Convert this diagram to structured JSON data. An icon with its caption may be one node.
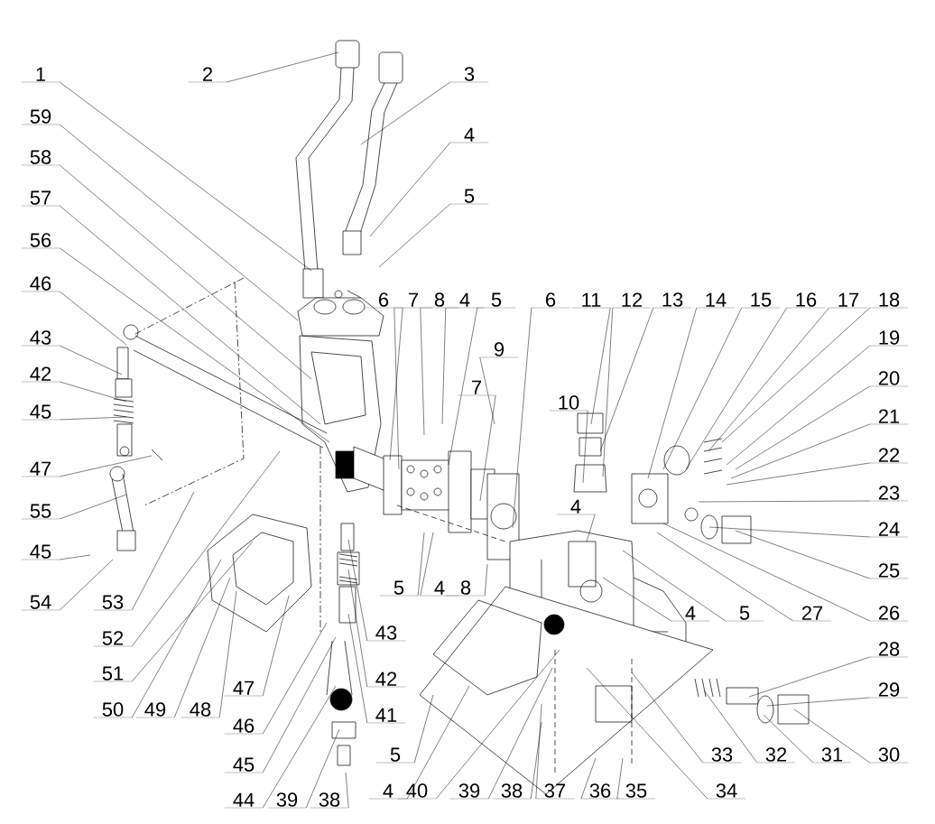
{
  "diagram": {
    "nodes": [
      {
        "text": [
          "1"
        ]
      },
      {
        "text": [
          "2"
        ]
      },
      {
        "text": [
          "3"
        ]
      },
      {
        "text": [
          "4"
        ]
      },
      {
        "text": [
          "5"
        ]
      },
      {
        "text": [
          "59"
        ]
      },
      {
        "text": [
          "58"
        ]
      },
      {
        "text": [
          "57"
        ]
      },
      {
        "text": [
          "56"
        ]
      },
      {
        "text": [
          "46"
        ]
      },
      {
        "text": [
          "43"
        ]
      },
      {
        "text": [
          "42"
        ]
      },
      {
        "text": [
          "45"
        ]
      },
      {
        "text": [
          "47"
        ]
      },
      {
        "text": [
          "55"
        ]
      },
      {
        "text": [
          "45"
        ]
      },
      {
        "text": [
          "54"
        ]
      },
      {
        "text": [
          "53"
        ]
      },
      {
        "text": [
          "52"
        ]
      },
      {
        "text": [
          "51"
        ]
      },
      {
        "text": [
          "50"
        ]
      },
      {
        "text": [
          "49"
        ]
      },
      {
        "text": [
          "48"
        ]
      },
      {
        "text": [
          "47"
        ]
      },
      {
        "text": [
          "46"
        ]
      },
      {
        "text": [
          "45"
        ]
      },
      {
        "text": [
          "44"
        ]
      },
      {
        "text": [
          "39"
        ]
      },
      {
        "text": [
          "38"
        ]
      },
      {
        "text": [
          "43"
        ]
      },
      {
        "text": [
          "42"
        ]
      },
      {
        "text": [
          "41"
        ]
      },
      {
        "text": [
          "6"
        ]
      },
      {
        "text": [
          "7"
        ]
      },
      {
        "text": [
          "8"
        ]
      },
      {
        "text": [
          "4"
        ]
      },
      {
        "text": [
          "5"
        ]
      },
      {
        "text": [
          "6"
        ]
      },
      {
        "text": [
          "11"
        ]
      },
      {
        "text": [
          "12"
        ]
      },
      {
        "text": [
          "13"
        ]
      },
      {
        "text": [
          "14"
        ]
      },
      {
        "text": [
          "15"
        ]
      },
      {
        "text": [
          "16"
        ]
      },
      {
        "text": [
          "17"
        ]
      },
      {
        "text": [
          "18"
        ]
      },
      {
        "text": [
          "19"
        ]
      },
      {
        "text": [
          "20"
        ]
      },
      {
        "text": [
          "21"
        ]
      },
      {
        "text": [
          "22"
        ]
      },
      {
        "text": [
          "23"
        ]
      },
      {
        "text": [
          "24"
        ]
      },
      {
        "text": [
          "25"
        ]
      },
      {
        "text": [
          "26"
        ]
      },
      {
        "text": [
          "27"
        ]
      },
      {
        "text": [
          "5"
        ]
      },
      {
        "text": [
          "4"
        ]
      },
      {
        "text": [
          "9"
        ]
      },
      {
        "text": [
          "7"
        ]
      },
      {
        "text": [
          "10"
        ]
      },
      {
        "text": [
          "4"
        ]
      },
      {
        "text": [
          "5"
        ]
      },
      {
        "text": [
          "4"
        ]
      },
      {
        "text": [
          "8"
        ]
      },
      {
        "text": [
          "28"
        ]
      },
      {
        "text": [
          "29"
        ]
      },
      {
        "text": [
          "30"
        ]
      },
      {
        "text": [
          "31"
        ]
      },
      {
        "text": [
          "32"
        ]
      },
      {
        "text": [
          "33"
        ]
      },
      {
        "text": [
          "34"
        ]
      },
      {
        "text": [
          "35"
        ]
      },
      {
        "text": [
          "36"
        ]
      },
      {
        "text": [
          "37"
        ]
      },
      {
        "text": [
          "38"
        ]
      },
      {
        "text": [
          "39"
        ]
      },
      {
        "text": [
          "40"
        ]
      },
      {
        "text": [
          "4"
        ]
      },
      {
        "text": [
          "5"
        ]
      }
    ],
    "edges": [
      {
        "from": 0,
        "to": null,
        "arrow": "none"
      },
      {
        "from": 1,
        "to": null,
        "arrow": "none"
      },
      {
        "from": 2,
        "to": null,
        "arrow": "none"
      },
      {
        "from": 3,
        "to": null,
        "arrow": "none"
      },
      {
        "from": 4,
        "to": null,
        "arrow": "none"
      },
      {
        "from": 5,
        "to": null,
        "arrow": "none"
      },
      {
        "from": 6,
        "to": null,
        "arrow": "none"
      },
      {
        "from": 7,
        "to": null,
        "arrow": "none"
      },
      {
        "from": 8,
        "to": null,
        "arrow": "none"
      },
      {
        "from": 9,
        "to": null,
        "arrow": "none"
      },
      {
        "from": 10,
        "to": null,
        "arrow": "none"
      },
      {
        "from": 11,
        "to": null,
        "arrow": "none"
      },
      {
        "from": 12,
        "to": null,
        "arrow": "none"
      },
      {
        "from": 13,
        "to": null,
        "arrow": "none"
      },
      {
        "from": 14,
        "to": null,
        "arrow": "none"
      },
      {
        "from": 15,
        "to": null,
        "arrow": "none"
      },
      {
        "from": 16,
        "to": null,
        "arrow": "none"
      },
      {
        "from": 17,
        "to": null,
        "arrow": "none"
      },
      {
        "from": 18,
        "to": null,
        "arrow": "none"
      },
      {
        "from": 19,
        "to": null,
        "arrow": "none"
      },
      {
        "from": 20,
        "to": null,
        "arrow": "none"
      },
      {
        "from": 21,
        "to": null,
        "arrow": "none"
      },
      {
        "from": 22,
        "to": null,
        "arrow": "none"
      },
      {
        "from": 23,
        "to": null,
        "arrow": "none"
      },
      {
        "from": 24,
        "to": null,
        "arrow": "none"
      },
      {
        "from": 25,
        "to": null,
        "arrow": "none"
      },
      {
        "from": 26,
        "to": null,
        "arrow": "none"
      },
      {
        "from": 27,
        "to": null,
        "arrow": "none"
      },
      {
        "from": 28,
        "to": null,
        "arrow": "none"
      },
      {
        "from": 29,
        "to": null,
        "arrow": "none"
      },
      {
        "from": 30,
        "to": null,
        "arrow": "none"
      },
      {
        "from": 31,
        "to": null,
        "arrow": "none"
      },
      {
        "from": 32,
        "to": null,
        "arrow": "none"
      },
      {
        "from": 33,
        "to": null,
        "arrow": "none"
      },
      {
        "from": 34,
        "to": null,
        "arrow": "none"
      },
      {
        "from": 35,
        "to": null,
        "arrow": "none"
      },
      {
        "from": 36,
        "to": null,
        "arrow": "none"
      },
      {
        "from": 37,
        "to": null,
        "arrow": "none"
      },
      {
        "from": 38,
        "to": null,
        "arrow": "none"
      },
      {
        "from": 39,
        "to": null,
        "arrow": "none"
      },
      {
        "from": 40,
        "to": null,
        "arrow": "none"
      },
      {
        "from": 41,
        "to": null,
        "arrow": "none"
      },
      {
        "from": 42,
        "to": null,
        "arrow": "none"
      },
      {
        "from": 43,
        "to": null,
        "arrow": "none"
      },
      {
        "from": 44,
        "to": null,
        "arrow": "none"
      },
      {
        "from": 45,
        "to": null,
        "arrow": "none"
      },
      {
        "from": 46,
        "to": null,
        "arrow": "none"
      },
      {
        "from": 47,
        "to": null,
        "arrow": "none"
      },
      {
        "from": 48,
        "to": null,
        "arrow": "none"
      },
      {
        "from": 49,
        "to": null,
        "arrow": "none"
      },
      {
        "from": 50,
        "to": null,
        "arrow": "none"
      },
      {
        "from": 51,
        "to": null,
        "arrow": "none"
      },
      {
        "from": 52,
        "to": null,
        "arrow": "none"
      },
      {
        "from": 53,
        "to": null,
        "arrow": "none"
      },
      {
        "from": 54,
        "to": null,
        "arrow": "none"
      },
      {
        "from": 55,
        "to": null,
        "arrow": "none"
      },
      {
        "from": 56,
        "to": null,
        "arrow": "none"
      },
      {
        "from": 57,
        "to": null,
        "arrow": "none"
      },
      {
        "from": 58,
        "to": null,
        "arrow": "none"
      },
      {
        "from": 59,
        "to": null,
        "arrow": "none"
      },
      {
        "from": 60,
        "to": null,
        "arrow": "none"
      },
      {
        "from": 61,
        "to": null,
        "arrow": "none"
      },
      {
        "from": 62,
        "to": null,
        "arrow": "none"
      },
      {
        "from": 63,
        "to": null,
        "arrow": "none"
      },
      {
        "from": 64,
        "to": null,
        "arrow": "none"
      },
      {
        "from": 65,
        "to": null,
        "arrow": "none"
      },
      {
        "from": 66,
        "to": null,
        "arrow": "none"
      },
      {
        "from": 67,
        "to": null,
        "arrow": "none"
      },
      {
        "from": 68,
        "to": null,
        "arrow": "none"
      },
      {
        "from": 69,
        "to": null,
        "arrow": "none"
      },
      {
        "from": 70,
        "to": null,
        "arrow": "none"
      },
      {
        "from": 71,
        "to": null,
        "arrow": "none"
      },
      {
        "from": 72,
        "to": null,
        "arrow": "none"
      },
      {
        "from": 73,
        "to": null,
        "arrow": "none"
      },
      {
        "from": 74,
        "to": null,
        "arrow": "none"
      },
      {
        "from": 75,
        "to": null,
        "arrow": "none"
      },
      {
        "from": 76,
        "to": null,
        "arrow": "none"
      },
      {
        "from": 77,
        "to": null,
        "arrow": "none"
      },
      {
        "from": 78,
        "to": null,
        "arrow": "none"
      }
    ]
  }
}
